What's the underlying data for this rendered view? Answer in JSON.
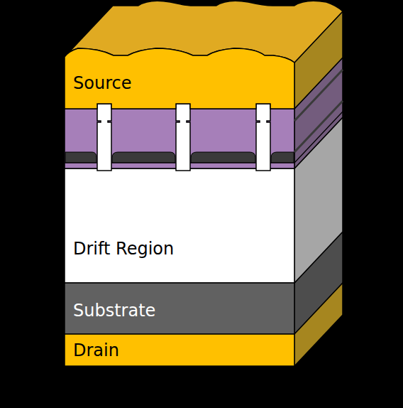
{
  "diagram": {
    "nodes": [
      {
        "text": [
          "Source"
        ]
      },
      {
        "text": [
          "Drift Region"
        ]
      },
      {
        "text": [
          "Substrate"
        ]
      },
      {
        "text": [
          "Drain"
        ]
      }
    ]
  }
}
